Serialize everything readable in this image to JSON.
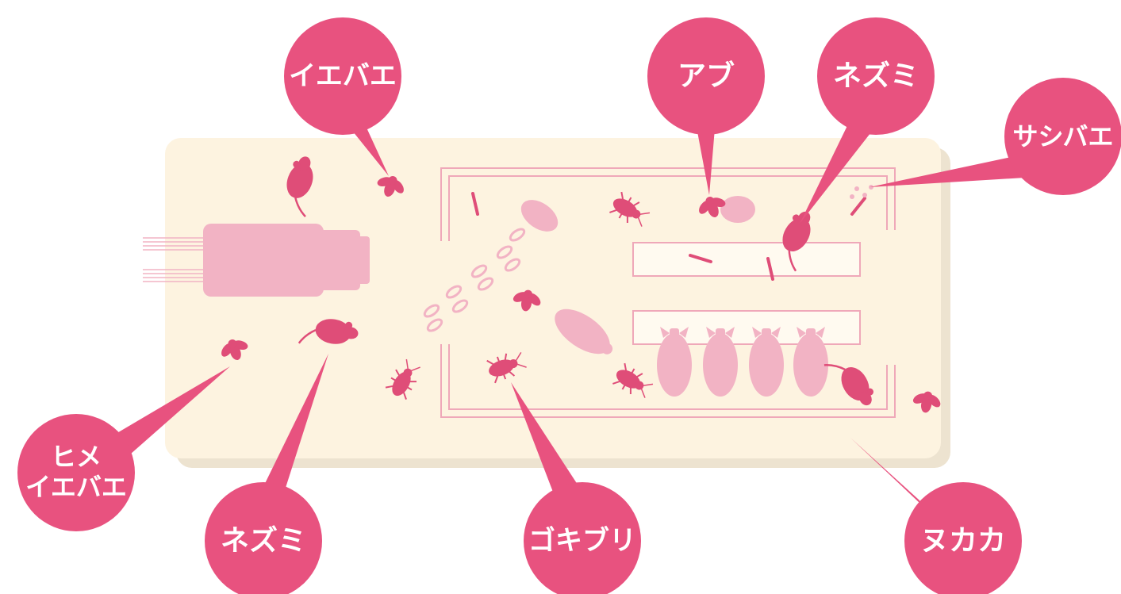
{
  "colors": {
    "accent": "#e8527f",
    "bubble_pink": "#e8527f",
    "pest_pink": "#df4d78",
    "light_pink": "#f2b3c4",
    "barn_fill": "#fdf3e0",
    "barn_shadow": "#ede3d0",
    "wall_stroke": "#efa8b9"
  },
  "labels": {
    "house_fly": "イエバエ",
    "horsefly": "アブ",
    "rat_top": "ネズミ",
    "stable_fly": "サシバエ",
    "lesser_house_fly_line1": "ヒメ",
    "lesser_house_fly_line2": "イエバエ",
    "rat_bottom": "ネズミ",
    "cockroach": "ゴキブリ",
    "biting_midge": "ヌカカ"
  }
}
